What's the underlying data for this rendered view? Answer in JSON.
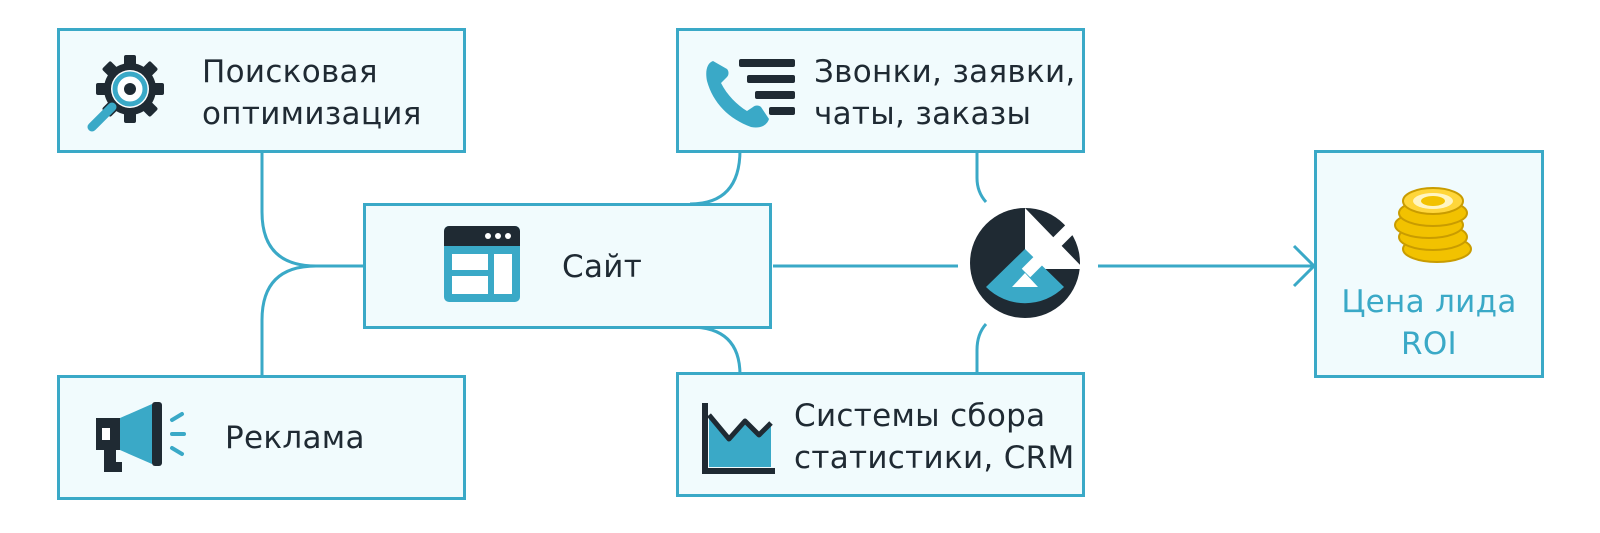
{
  "nodes": {
    "seo": {
      "icon": "seo-gear-magnifier-icon",
      "lines": [
        "Поисковая",
        "оптимизация"
      ]
    },
    "ads": {
      "icon": "megaphone-icon",
      "lines": [
        "Реклама"
      ]
    },
    "site": {
      "icon": "website-layout-icon",
      "lines": [
        "Сайт"
      ]
    },
    "leads": {
      "icon": "phone-list-icon",
      "lines": [
        "Звонки, заявки,",
        "чаты, заказы"
      ]
    },
    "analytics": {
      "icon": "area-chart-icon",
      "lines": [
        "Системы сбора",
        "статистики, CRM"
      ]
    },
    "result": {
      "icon": "coins-stack-icon",
      "lines": [
        "Цена лида",
        "ROI"
      ]
    }
  },
  "hub": {
    "icon": "analytics-platform-logo-icon"
  },
  "colors": {
    "accent": "#3aa9c7",
    "dark": "#1f2a33",
    "coin": "#f2c200",
    "box_fill": "#f1fbfd"
  }
}
